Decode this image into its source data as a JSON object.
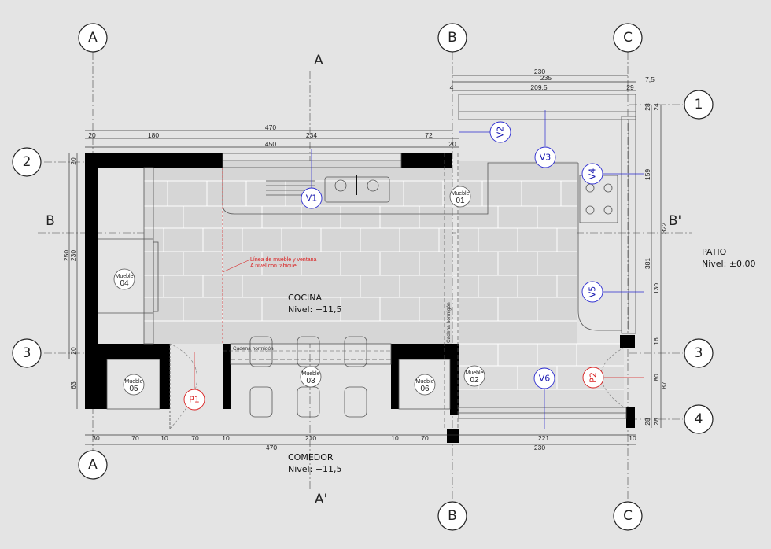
{
  "grid": {
    "A": "A",
    "B": "B",
    "C": "C",
    "r1": "1",
    "r2": "2",
    "r3": "3",
    "r4": "4"
  },
  "sections": {
    "A": "A",
    "A_prime": "A'",
    "B": "B",
    "B_prime": "B'"
  },
  "dimensions": {
    "top_230": "230",
    "top_235": "235",
    "top_7_5": "7,5",
    "top_4": "4",
    "top_209_5": "209,5",
    "top_29": "29",
    "top_470": "470",
    "top_20a": "20",
    "top_180": "180",
    "top_234": "234",
    "top_72": "72",
    "top_20b": "20",
    "top_450": "450",
    "left_20a": "20",
    "left_250": "250",
    "left_230": "230",
    "left_20b": "20",
    "left_63": "63",
    "right_28a": "28",
    "right_24": "24",
    "right_159": "159",
    "right_322": "322",
    "right_381": "381",
    "right_130": "130",
    "right_16": "16",
    "right_80": "80",
    "right_87": "87",
    "right_28b": "28",
    "right_28c": "28",
    "bot_30": "30",
    "bot_70a": "70",
    "bot_10a": "10",
    "bot_70b": "70",
    "bot_10b": "10",
    "bot_210": "210",
    "bot_10c": "10",
    "bot_70c": "70",
    "bot_221": "221",
    "bot_10d": "10",
    "bot_470": "470",
    "bot_230": "230"
  },
  "tags": {
    "V1": "V1",
    "V2": "V2",
    "V3": "V3",
    "V4": "V4",
    "V5": "V5",
    "V6": "V6",
    "P1": "P1",
    "P2": "P2"
  },
  "muebles": {
    "label": "Mueble",
    "m01": "01",
    "m02": "02",
    "m03": "03",
    "m04": "04",
    "m05": "05",
    "m06": "06"
  },
  "rooms": {
    "cocina_name": "COCINA",
    "cocina_level": "Nivel: +11,5",
    "comedor_name": "COMEDOR",
    "comedor_level": "Nivel: +11,5",
    "patio_name": "PATIO",
    "patio_level": "Nivel: ±0,00"
  },
  "notes": {
    "linea_1": "Línea de mueble y ventana",
    "linea_2": "A nivel con tabique",
    "cadena_h": "Cadena hormigón",
    "cadena_v": "Cadena hormigón"
  },
  "colors": {
    "background": "#e4e4e4",
    "wall": "#000000",
    "window_tag": "#2a2ad0",
    "door_tag": "#d92020"
  }
}
